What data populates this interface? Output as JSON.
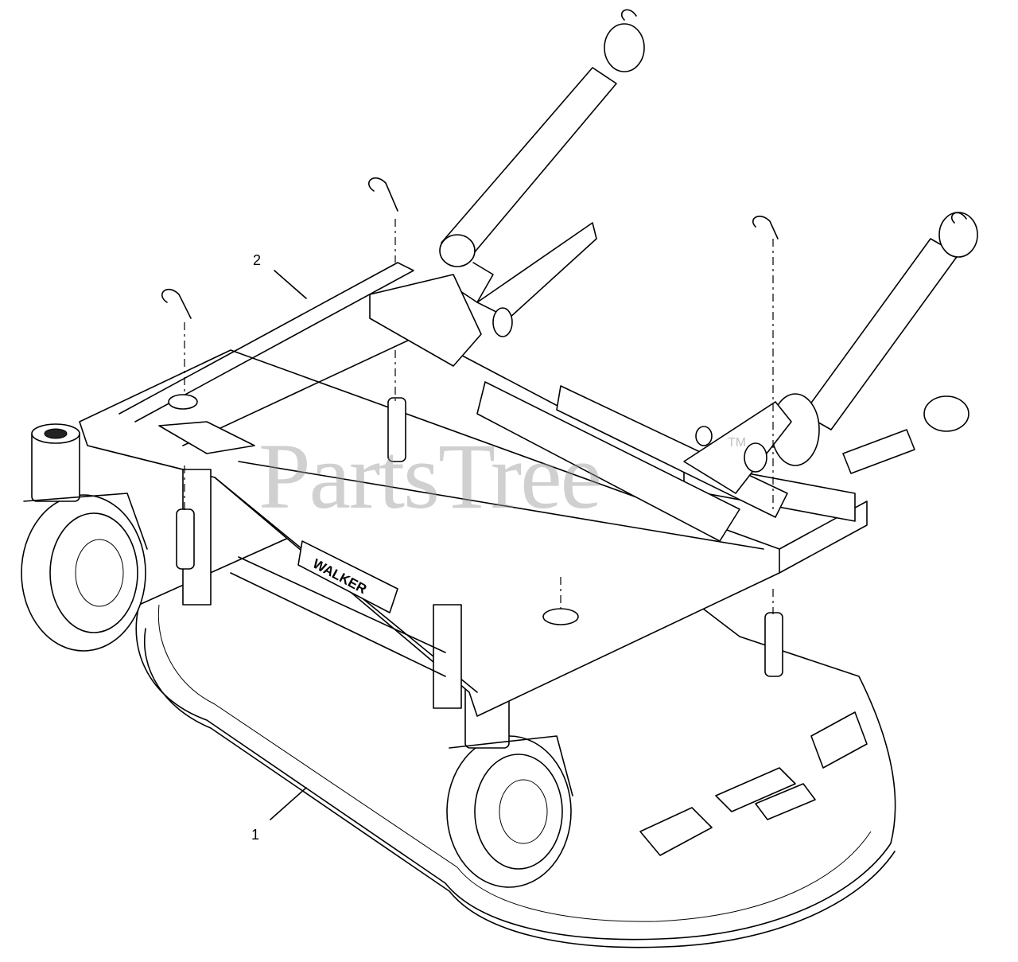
{
  "diagram": {
    "callouts": [
      {
        "id": "1",
        "label": "1"
      },
      {
        "id": "2",
        "label": "2"
      }
    ],
    "watermark": {
      "text": "PartsTree",
      "trademark": "TM"
    },
    "brand_decal": "WALKER"
  }
}
